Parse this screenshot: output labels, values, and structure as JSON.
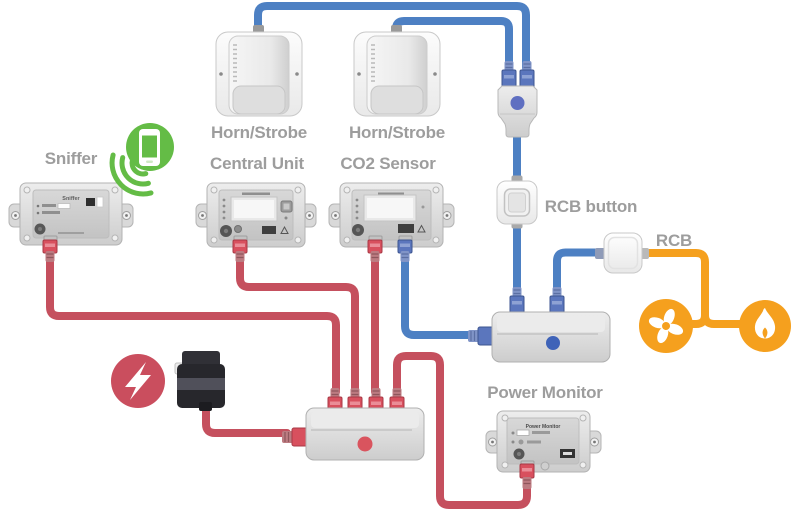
{
  "diagram": {
    "title_labels": {
      "sniffer": "Sniffer",
      "horn_strobe_1": "Horn/Strobe",
      "horn_strobe_2": "Horn/Strobe",
      "central_unit": "Central Unit",
      "co2_sensor": "CO2 Sensor",
      "rcb_button": "RCB button",
      "rcb": "RCB",
      "power_monitor": "Power Monitor"
    },
    "device_panel_titles": {
      "sniffer": "Sniffer",
      "power_monitor": "Power Monitor"
    },
    "icons": {
      "smartphone_wifi": "smartphone-wifi-icon",
      "lightning": "lightning-bolt-icon",
      "fan": "fan-icon",
      "flame": "flame-icon"
    },
    "colors": {
      "cable_red": "#c5505e",
      "cable_blue": "#4d80c3",
      "cable_orange": "#f5a01e",
      "label_gray": "#9d9d9d",
      "hub_red_dot": "#d9545e",
      "hub_blue_dot": "#3f63b8",
      "splitter_dot": "#5f6fc1",
      "phone_green": "#64bc46",
      "alert_red": "#ca4e5e",
      "icon_orange": "#f5a01e"
    }
  }
}
